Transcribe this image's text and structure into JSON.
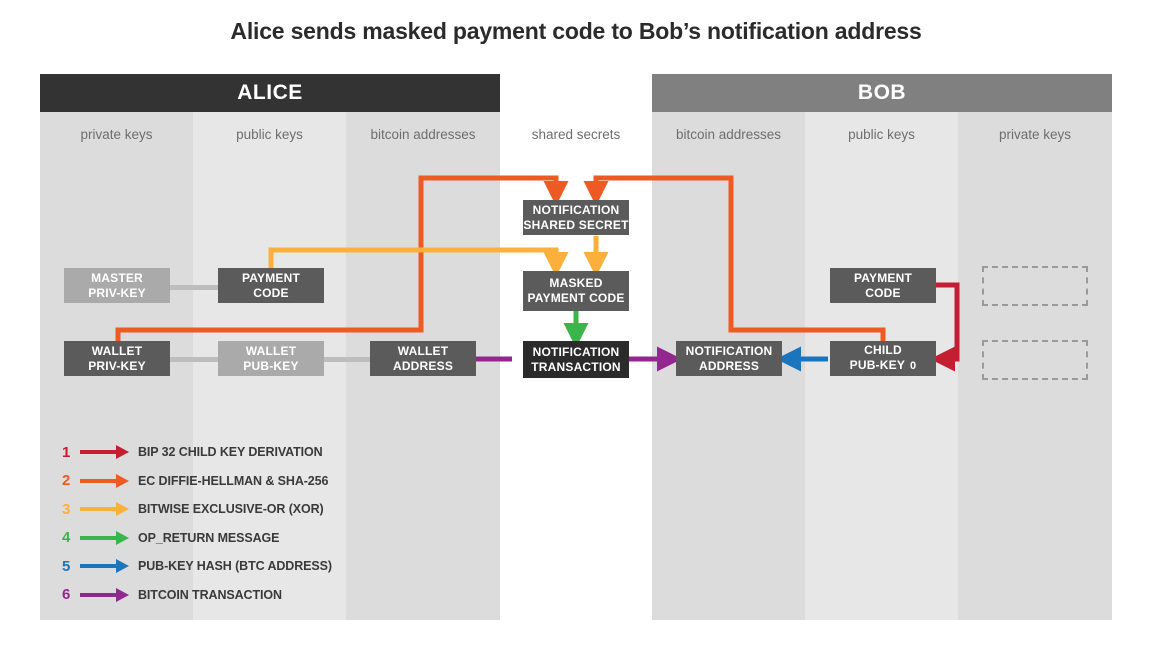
{
  "title": "Alice sends masked payment code to Bob’s notification address",
  "parties": [
    {
      "name": "ALICE",
      "color": "#333333"
    },
    {
      "name": "BOB",
      "color": "#808080"
    }
  ],
  "columns": [
    {
      "caption": "private keys",
      "shade": "dark"
    },
    {
      "caption": "public keys",
      "shade": "light"
    },
    {
      "caption": "bitcoin addresses",
      "shade": "dark"
    },
    {
      "caption": "shared secrets",
      "shade": "none"
    },
    {
      "caption": "bitcoin addresses",
      "shade": "dark"
    },
    {
      "caption": "public keys",
      "shade": "light"
    },
    {
      "caption": "private keys",
      "shade": "dark"
    }
  ],
  "nodes": {
    "master_priv_key": {
      "line1": "MASTER",
      "line2": "PRIV-KEY",
      "style": "light"
    },
    "alice_payment_code": {
      "line1": "PAYMENT",
      "line2": "CODE",
      "style": "dark"
    },
    "wallet_priv_key": {
      "line1": "WALLET",
      "line2": "PRIV-KEY",
      "style": "dark"
    },
    "wallet_pub_key": {
      "line1": "WALLET",
      "line2": "PUB-KEY",
      "style": "light"
    },
    "wallet_address": {
      "line1": "WALLET",
      "line2": "ADDRESS",
      "style": "dark"
    },
    "notification_shared_secret": {
      "line1": "NOTIFICATION",
      "line2": "SHARED SECRET",
      "style": "dark"
    },
    "masked_payment_code": {
      "line1": "MASKED",
      "line2": "PAYMENT CODE",
      "style": "dark"
    },
    "notification_transaction": {
      "line1": "NOTIFICATION",
      "line2": "TRANSACTION",
      "style": "black"
    },
    "notification_address": {
      "line1": "NOTIFICATION",
      "line2": "ADDRESS",
      "style": "dark"
    },
    "bob_payment_code": {
      "line1": "PAYMENT",
      "line2": "CODE",
      "style": "dark"
    },
    "child_pub_key_0": {
      "line1": "CHILD",
      "line2": "PUB-KEY",
      "index": "0",
      "style": "dark"
    },
    "bob_ghost_upper": {
      "line1": "",
      "line2": "",
      "style": "ghost"
    },
    "bob_ghost_lower": {
      "line1": "",
      "line2": "",
      "style": "ghost"
    }
  },
  "legend": [
    {
      "num": "1",
      "label": "BIP 32 CHILD KEY DERIVATION",
      "color": "#C41E32"
    },
    {
      "num": "2",
      "label": "EC DIFFIE-HELLMAN & SHA-256",
      "color": "#EE5A24"
    },
    {
      "num": "3",
      "label": "BITWISE EXCLUSIVE-OR (XOR)",
      "color": "#FBB03B"
    },
    {
      "num": "4",
      "label": "OP_RETURN MESSAGE",
      "color": "#39B54A"
    },
    {
      "num": "5",
      "label": "PUB-KEY HASH (BTC ADDRESS)",
      "color": "#1B75BC"
    },
    {
      "num": "6",
      "label": "BITCOIN TRANSACTION",
      "color": "#92278F"
    }
  ],
  "colors": {
    "crimson": "#C41E32",
    "orange": "#EE5A24",
    "amber": "#FBB03B",
    "green": "#39B54A",
    "blue": "#1B75BC",
    "purple": "#92278F",
    "box_dark": "#5b5b5b",
    "box_black": "#2b2b2b",
    "box_light": "#aaaaaa",
    "band_dark": "#dcdcdc",
    "band_light": "#e7e7e7"
  }
}
